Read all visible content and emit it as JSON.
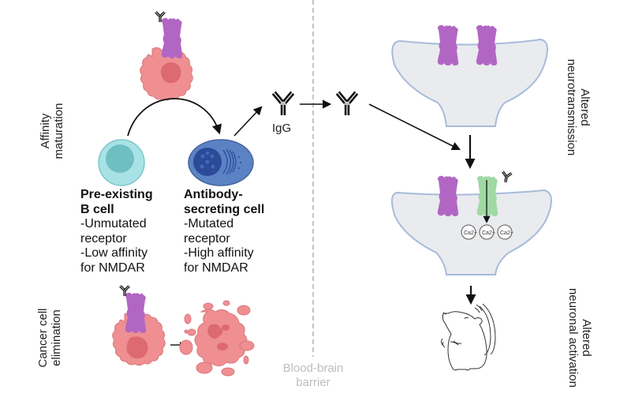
{
  "figure": {
    "left_panel": {
      "affinity_label": [
        "Affinity",
        "maturation"
      ],
      "cancer_label": [
        "Cancer cell",
        "elimination"
      ],
      "b_cell": {
        "title": [
          "Pre-existing",
          "B cell"
        ],
        "details": [
          "-Unmutated",
          "receptor",
          "-Low affinity",
          "for NMDAR"
        ]
      },
      "asc_cell": {
        "title": [
          "Antibody-",
          "secreting cell"
        ],
        "details": [
          "-Mutated",
          "receptor",
          "-High affinity",
          "for NMDAR"
        ]
      },
      "igg_label": "IgG"
    },
    "barrier": {
      "label": [
        "Blood-brain",
        "barrier"
      ]
    },
    "right_panel": {
      "neurotransmission_label": [
        "Altered",
        "neurotransmission"
      ],
      "activation_label": [
        "Altered",
        "neuronal activation"
      ],
      "calcium_ions": [
        "Ca2+",
        "Ca2+",
        "Ca2+"
      ]
    },
    "colors": {
      "cancer_cell": "#ef8f92",
      "cancer_nucleus": "#dc6a70",
      "receptor_purple": "#b266c4",
      "receptor_green": "#9fd9a3",
      "b_cell": "#a8e2e6",
      "b_nucleus": "#6fbfc2",
      "asc_cell": "#5b83c4",
      "asc_nucleus": "#2b4a98",
      "synapse_fill": "#e9ebef",
      "synapse_stroke": "#a8bbd8",
      "barrier_line": "#c4c4c4"
    }
  }
}
